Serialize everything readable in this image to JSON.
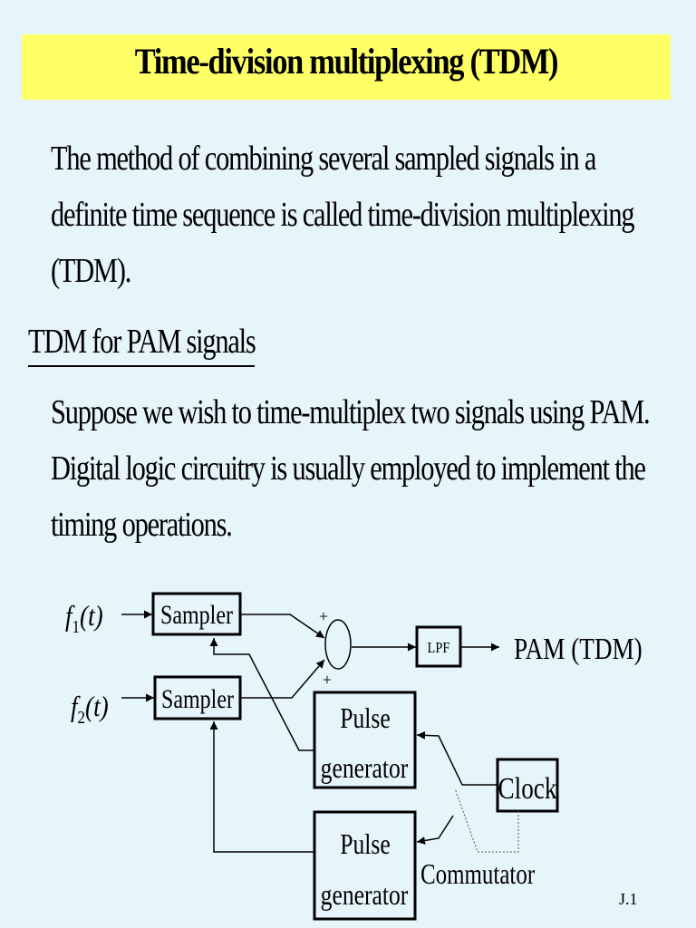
{
  "title": "Time-division multiplexing (TDM)",
  "intro_lines": [
    "The method of combining several sampled signals in a",
    "definite time sequence is called time-division multiplexing",
    "(TDM)."
  ],
  "subheading": "TDM for PAM signals",
  "body_lines": [
    "Suppose we wish to time-multiplex two signals using PAM.",
    "Digital logic circuitry is usually employed to implement the",
    "timing operations."
  ],
  "diagram": {
    "input1": {
      "base": "f",
      "sub": "1",
      "arg": "(t)"
    },
    "input2": {
      "base": "f",
      "sub": "2",
      "arg": "(t)"
    },
    "sampler_top": "Sampler",
    "sampler_bottom": "Sampler",
    "sum_plus_top": "+",
    "sum_plus_bottom": "+",
    "lpf": "LPF",
    "output": "PAM (TDM)",
    "pulse_gen_top": {
      "line1": "Pulse",
      "line2": "generator"
    },
    "pulse_gen_bottom": {
      "line1": "Pulse",
      "line2": "generator"
    },
    "clock": "Clock",
    "commutator": "Commutator"
  },
  "footer": "J.1"
}
